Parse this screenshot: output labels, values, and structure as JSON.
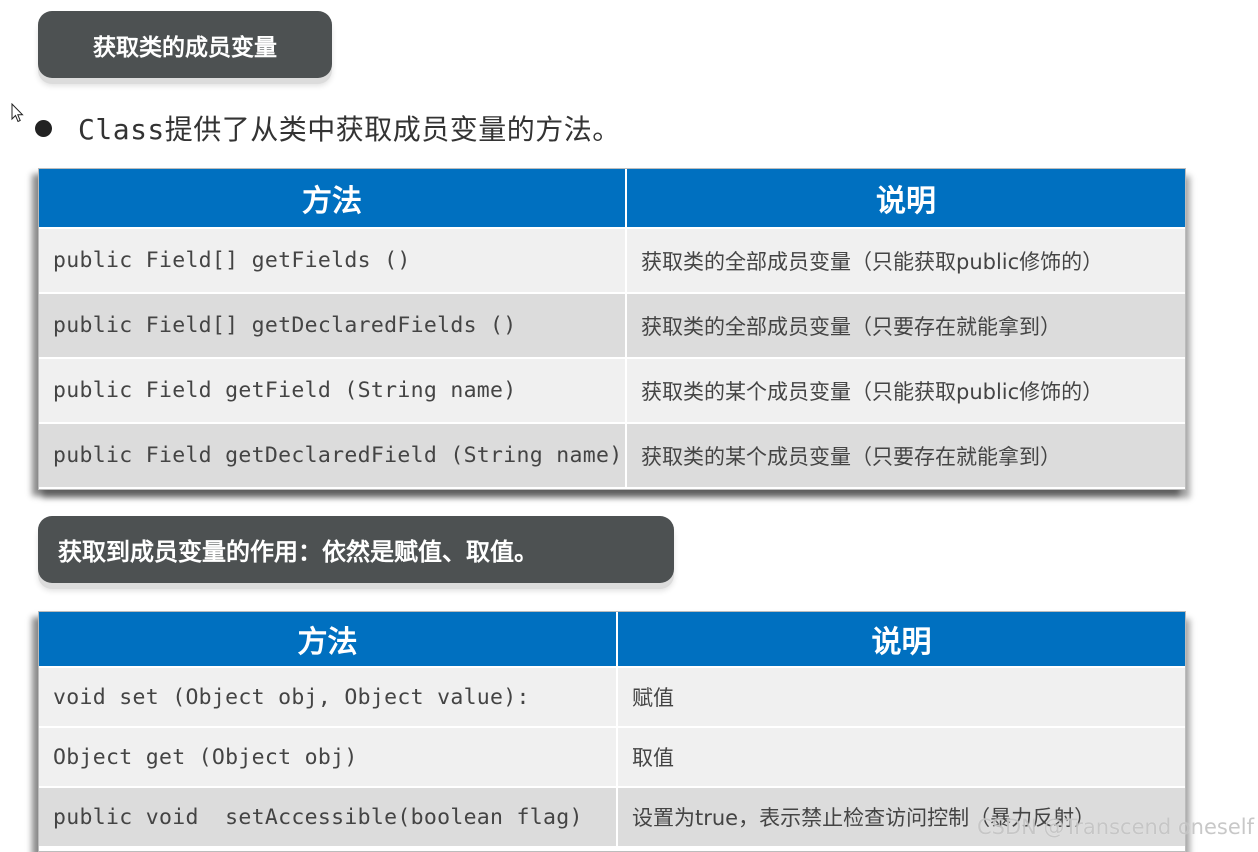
{
  "section1": {
    "title": "获取类的成员变量",
    "bullet": "Class提供了从类中获取成员变量的方法。",
    "table": {
      "headers": [
        "方法",
        "说明"
      ],
      "rows": [
        {
          "method": "public Field[] getFields ()",
          "desc": "获取类的全部成员变量（只能获取public修饰的）"
        },
        {
          "method": "public Field[] getDeclaredFields ()",
          "desc": "获取类的全部成员变量（只要存在就能拿到）"
        },
        {
          "method": "public Field getField (String name)",
          "desc": "获取类的某个成员变量（只能获取public修饰的）"
        },
        {
          "method": "public Field getDeclaredField (String name)",
          "desc": "获取类的某个成员变量（只要存在就能拿到）"
        }
      ]
    }
  },
  "section2": {
    "title": "获取到成员变量的作用：依然是赋值、取值。",
    "table": {
      "headers": [
        "方法",
        "说明"
      ],
      "rows": [
        {
          "method": "void set (Object obj, Object value):",
          "desc": "赋值"
        },
        {
          "method": "Object get (Object obj)",
          "desc": "取值"
        },
        {
          "method": "public void  setAccessible(boolean flag)",
          "desc": "设置为true，表示禁止检查访问控制（暴力反射）"
        }
      ]
    }
  },
  "watermark": "CSDN @Transcend oneself",
  "colors": {
    "header_bg": "#0070c0",
    "tag_bg": "#4d5152",
    "row_light": "#f0f0f0",
    "row_dark": "#dcdcdc"
  },
  "icons": {
    "cursor": "mouse-pointer-icon",
    "bullet": "bullet-dot-icon"
  }
}
